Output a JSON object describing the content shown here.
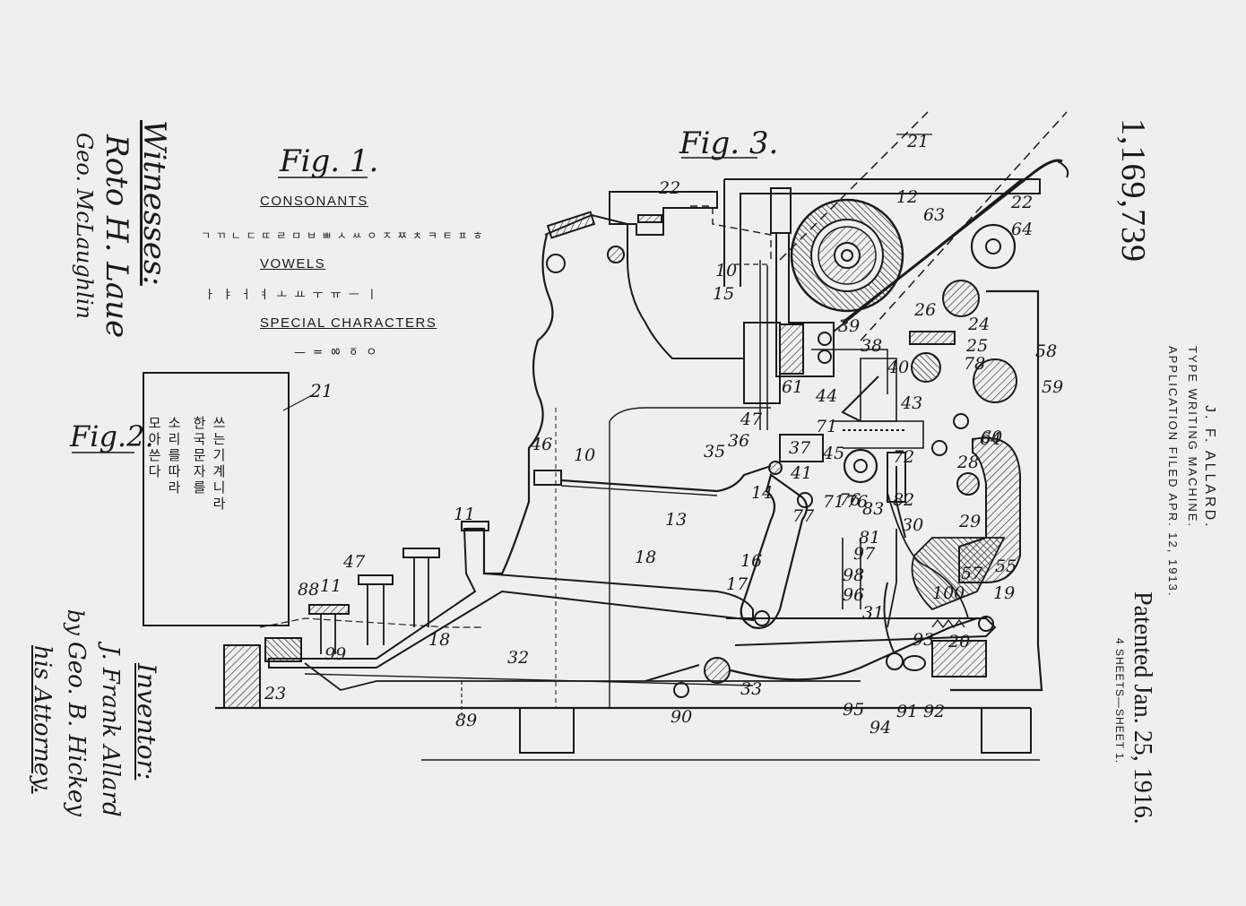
{
  "patent": {
    "number": "1,169,739",
    "patented": "Patented Jan. 25, 1916.",
    "sheets": "4 SHEETS—SHEET 1.",
    "inventor": "J. F. ALLARD.",
    "title": "TYPE WRITING MACHINE.",
    "application": "APPLICATION FILED APR. 12, 1913."
  },
  "left_margin": {
    "witnesses_label": "Witnesses:",
    "witness_1": "Roto H. Laue",
    "witness_2": "Geo. McLaughlin",
    "inventor_label": "Inventor:",
    "inventor_signature": "J. Frank Allard",
    "by": "by",
    "attorney_signature": "Geo. B. Hickey",
    "attorney_label": "his Attorney."
  },
  "fig1": {
    "label": "Fig. 1.",
    "consonants_head": "CONSONANTS",
    "consonants_glyphs": "ㄱ ㄲ ㄴ ㄷ ㄸ ㄹ ㅁ ㅂ ㅃ ㅅ ㅆ ㅇ ㅈ ㅉ ㅊ ㅋ ㅌ ㅍ ㅎ",
    "vowels_head": "VOWELS",
    "vowels_glyphs": "ㅏ ㅑ ㅓ ㅕ ㅗ ㅛ ㅜ ㅠ ㅡ ㅣ",
    "special_head": "SPECIAL CHARACTERS",
    "special_glyphs": "— = ㆀ ㆆ ㅇ"
  },
  "fig2": {
    "label": "Fig.2.",
    "ref": "21",
    "text_col_1": "한국문자를",
    "text_col_2": "쓰는기계니라",
    "text_col_3": "소리를따라",
    "text_col_4": "모아쓴다"
  },
  "fig3": {
    "label": "Fig. 3."
  },
  "reference_numerals": [
    "21",
    "22",
    "12",
    "63",
    "22",
    "64",
    "10",
    "15",
    "39",
    "38",
    "26",
    "24",
    "25",
    "58",
    "59",
    "64",
    "40",
    "61",
    "44",
    "43",
    "78",
    "47",
    "36",
    "37",
    "71",
    "28",
    "35",
    "46",
    "10",
    "14",
    "41",
    "45",
    "76",
    "72",
    "29",
    "60",
    "77",
    "13",
    "71",
    "76",
    "83",
    "82",
    "30",
    "11",
    "81",
    "97",
    "16",
    "18",
    "98",
    "57",
    "55",
    "17",
    "96",
    "100",
    "19",
    "47",
    "88",
    "11",
    "31",
    "20",
    "18",
    "99",
    "32",
    "93",
    "23",
    "33",
    "95",
    "94",
    "91",
    "92",
    "89",
    "90"
  ]
}
